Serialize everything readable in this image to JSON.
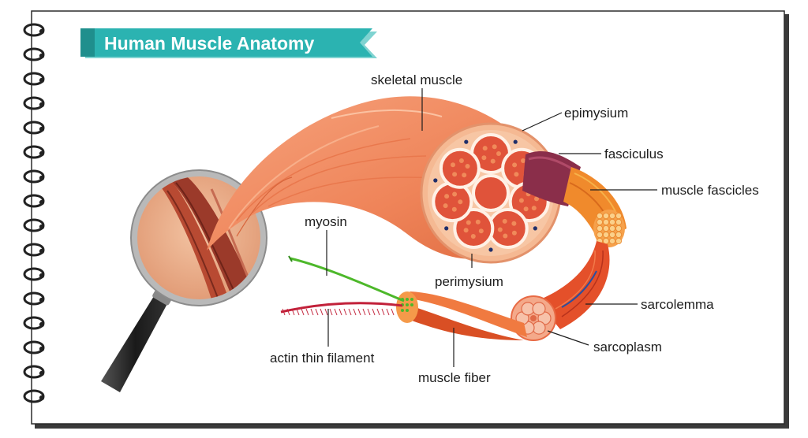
{
  "title": "Human Muscle Anatomy",
  "labels": {
    "skeletal_muscle": "skeletal muscle",
    "epimysium": "epimysium",
    "fasciculus": "fasciculus",
    "muscle_fascicles": "muscle fascicles",
    "myosin": "myosin",
    "perimysium": "perimysium",
    "sarcolemma": "sarcolemma",
    "sarcoplasm": "sarcoplasm",
    "actin_thin_filament": "actin thin filament",
    "muscle_fiber": "muscle fiber"
  },
  "colors": {
    "title_banner": "#2bb3b1",
    "title_banner_light": "#7fd3d1",
    "muscle": "#ef8a5e",
    "muscle_dark": "#d96a3f",
    "fascicle_red": "#d6452c",
    "fasciculus": "#8a2e4a",
    "fiber": "#e85a2a",
    "myosin": "#4db82a",
    "actin": "#c2213a"
  },
  "icons": {
    "binding": "spiral-binding-icon",
    "magnifier": "magnifying-glass-icon"
  }
}
